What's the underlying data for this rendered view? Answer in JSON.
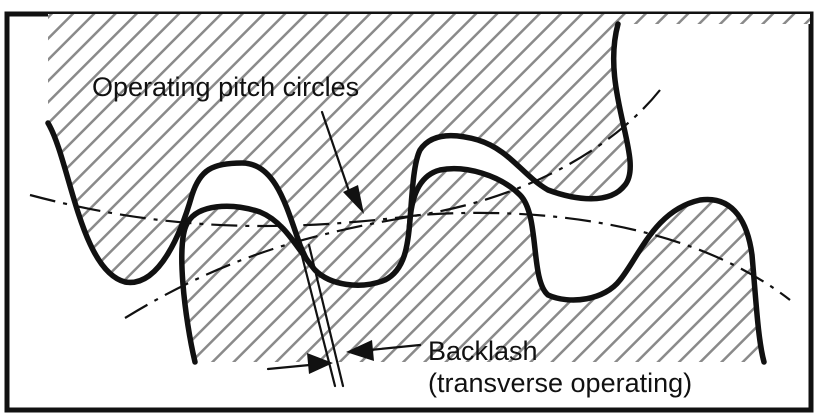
{
  "labels": {
    "pitch_circles": "Operating pitch circles",
    "backlash_line1": "Backlash",
    "backlash_line2": "(transverse operating)"
  },
  "colors": {
    "ink": "#111111",
    "hatch": "#8a8a8a",
    "background": "#ffffff"
  }
}
